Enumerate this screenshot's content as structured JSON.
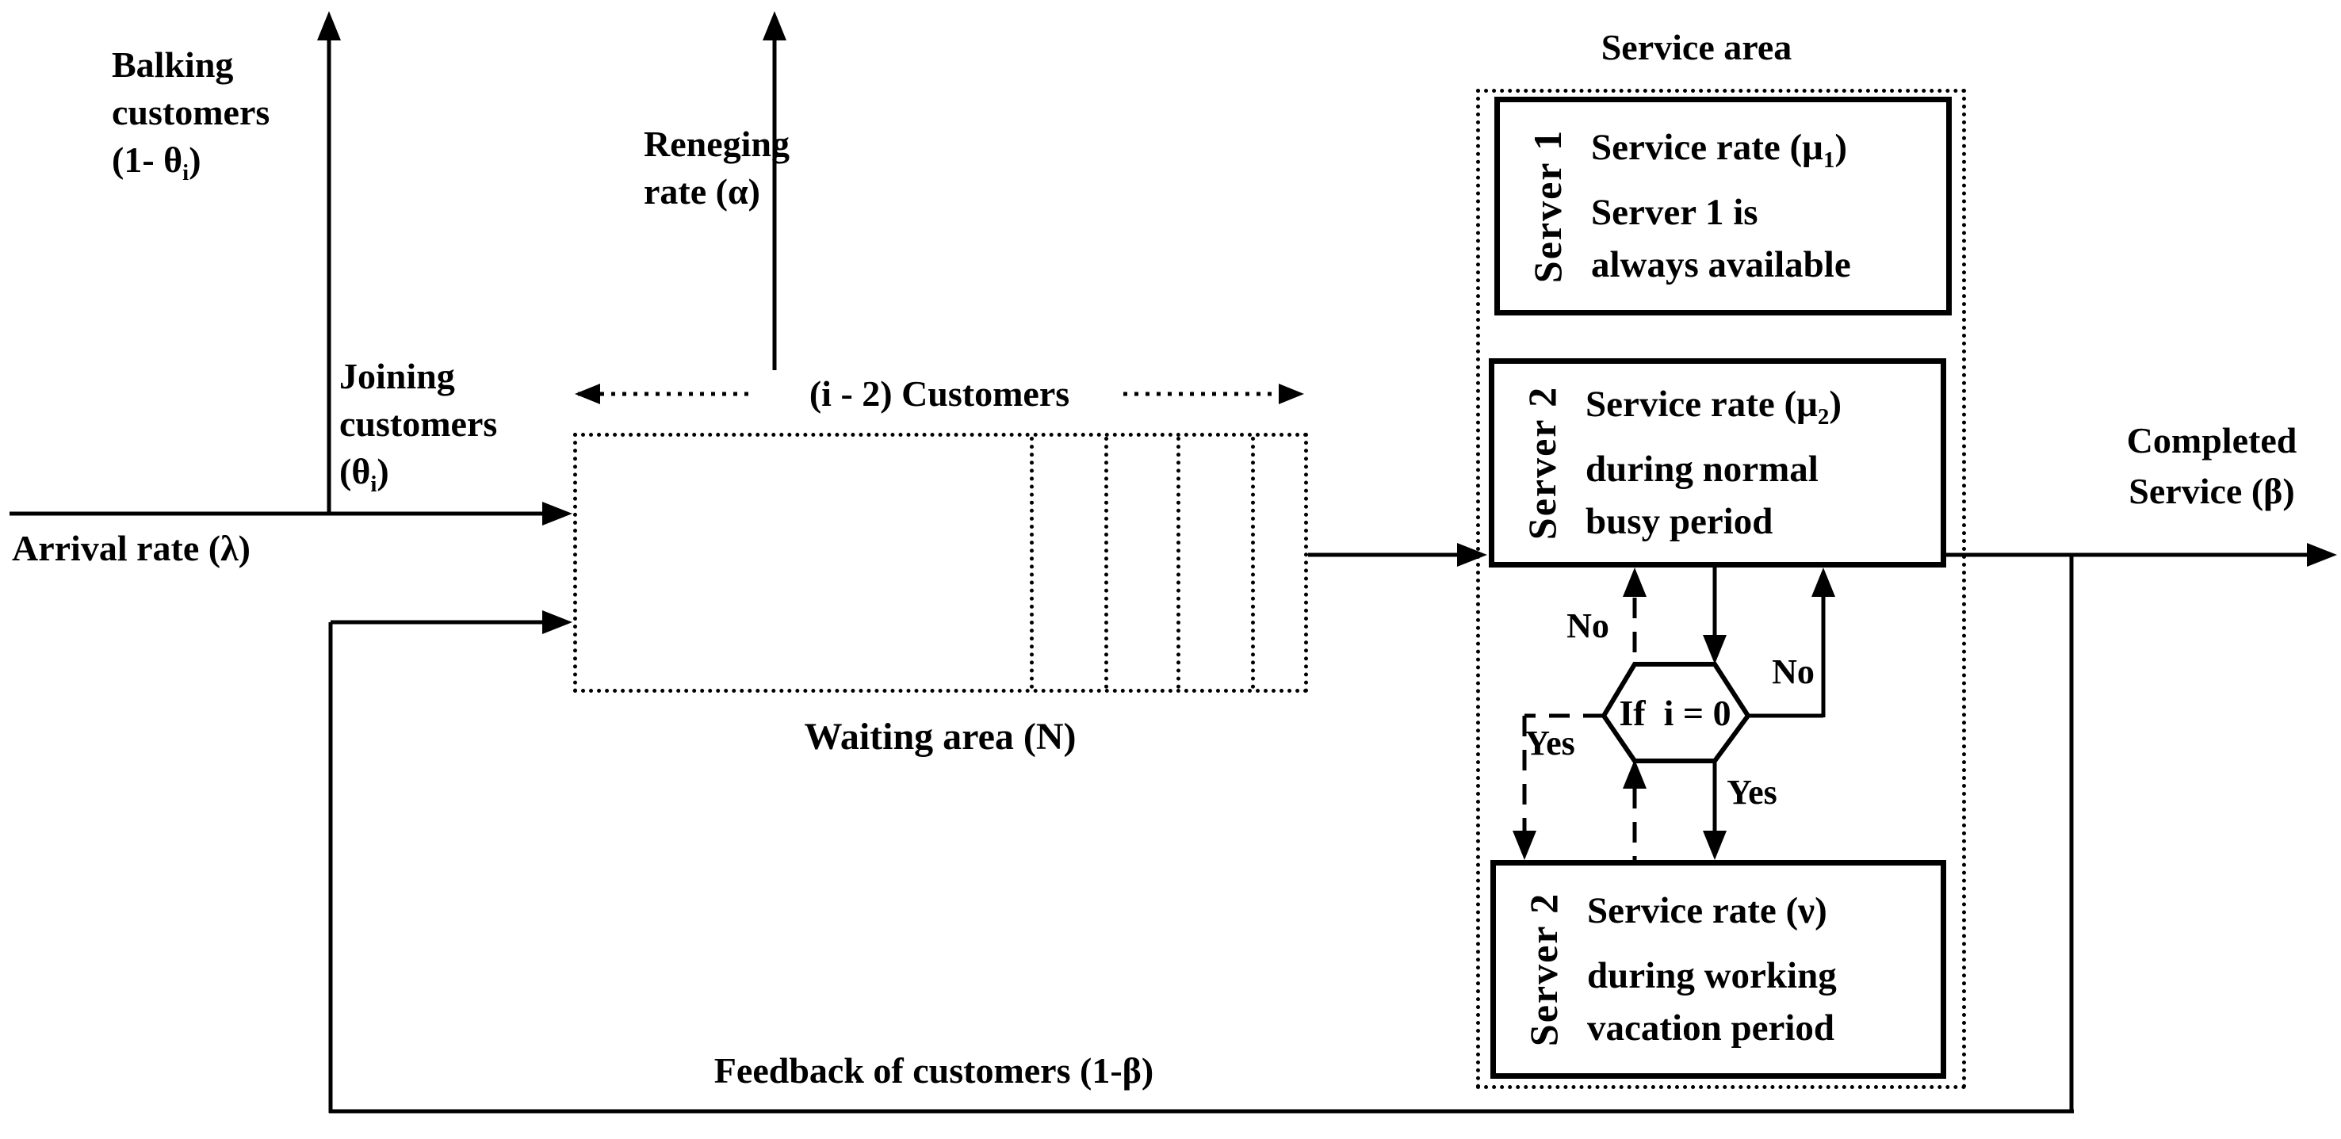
{
  "colors": {
    "ink": "#000000",
    "bg": "#ffffff"
  },
  "labels": {
    "balking": {
      "line1": "Balking",
      "line2": "customers",
      "paren_pre": "(1- θ",
      "paren_sub": "i",
      "paren_post": ")"
    },
    "joining": {
      "line1": "Joining",
      "line2": "customers",
      "paren_pre": "(θ",
      "paren_sub": "i",
      "paren_post": ")"
    },
    "arrival": "Arrival rate (λ)",
    "reneging": {
      "line1": "Reneging",
      "line2": "rate (α)"
    },
    "i2_customers": "(i - 2) Customers",
    "waiting_area": "Waiting area (N)",
    "service_area": "Service area",
    "completed": {
      "line1": "Completed",
      "line2": "Service (β)"
    },
    "feedback": "Feedback of customers (1-β)",
    "hexagon": "If  i = 0",
    "no_left": "No",
    "no_right": "No",
    "yes_left": "Yes",
    "yes_right": "Yes"
  },
  "servers": {
    "server1": {
      "side": "Server 1",
      "rate_pre": "Service rate (μ",
      "rate_sub": "1",
      "rate_post": ")",
      "line2": "Server 1 is",
      "line3": "always available"
    },
    "server2_busy": {
      "side": "Server 2",
      "rate_pre": "Service rate (μ",
      "rate_sub": "2",
      "rate_post": ")",
      "line2": "during normal",
      "line3": "busy period"
    },
    "server2_vacation": {
      "side": "Server 2",
      "rate_pre": "Service rate (ν",
      "rate_sub": "",
      "rate_post": ")",
      "line2": "during working",
      "line3": "vacation period"
    }
  }
}
